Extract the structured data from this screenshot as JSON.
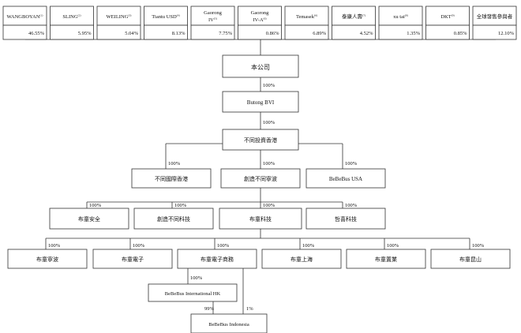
{
  "shareholders": [
    {
      "name": "WANGBOYAN",
      "note": "(1)",
      "pct": "46.55%"
    },
    {
      "name": "SLING",
      "note": "(2)",
      "pct": "5.95%"
    },
    {
      "name": "WEILING",
      "note": "(3)",
      "pct": "5.04%"
    },
    {
      "name": "Tiantu USD",
      "note": "(4)",
      "pct": "8.13%"
    },
    {
      "name": "Gaorong",
      "name2": "IV",
      "note": "(5)",
      "pct": "7.75%"
    },
    {
      "name": "Gaorong",
      "name2": "IV-A",
      "note": "(6)",
      "pct": "0.86%"
    },
    {
      "name": "Temasek",
      "note": "(6)",
      "pct": "6.89%"
    },
    {
      "name": "泰康人壽",
      "note": "(7)",
      "pct": "4.52%"
    },
    {
      "name": "xu tai",
      "note": "(8)",
      "pct": "1.35%"
    },
    {
      "name": "DKT",
      "note": "(9)",
      "pct": "0.85%"
    },
    {
      "name": "全球發售參與者",
      "note": "",
      "pct": "12.10%"
    }
  ],
  "entities": {
    "company": "本公司",
    "butong_bvi": "Butong BVI",
    "butong_hk": "不同投資香港",
    "intl_hk": "不同國際香港",
    "chuangzao_ningbo": "創造不同寧波",
    "bebebus_usa": "BeBeBus USA",
    "butong_anquan": "布童安全",
    "chuangzao_keji": "創造不同科技",
    "butong_keji": "布童科技",
    "zhexi_keji": "哲喜科技",
    "butong_ningbo": "布童寧波",
    "butong_dianzi": "布童電子",
    "butong_shangwu": "布童電子商務",
    "butong_shanghai": "布童上海",
    "butong_zhiye": "布童置業",
    "butong_kunshan": "布童昆山",
    "bebebus_intl_hk": "BeBeBus International HK",
    "bebebus_indonesia": "BeBeBus Indonesia"
  },
  "links": {
    "company_bvi": "100%",
    "bvi_hk": "100%",
    "hk_intl": "100%",
    "hk_ningbo": "100%",
    "hk_usa": "100%",
    "ningbo_anquan": "100%",
    "ningbo_chuangzao_keji": "100%",
    "ningbo_keji": "100%",
    "ningbo_zhexi": "100%",
    "keji_ningbo": "100%",
    "keji_dianzi": "100%",
    "keji_shangwu": "100%",
    "keji_shanghai": "100%",
    "keji_zhiye": "100%",
    "keji_kunshan": "100%",
    "shangwu_intl_hk": "100%",
    "intl_hk_indonesia": "99%",
    "shangwu_indonesia": "1%"
  }
}
